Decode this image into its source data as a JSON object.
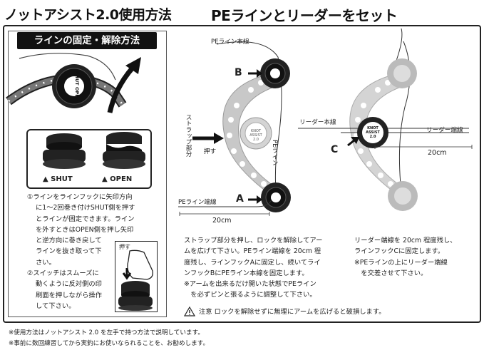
{
  "left": {
    "title": "ノットアシスト2.0使用方法",
    "badge": "ラインの固定・解除方法",
    "knob_text": "SHUT OPEN",
    "shut_label": "SHUT",
    "open_label": "OPEN",
    "step1": [
      "①ラインをラインフックに矢印方向",
      "に1～2回巻き付けSHUT側を押す",
      "とラインが固定できます。ライン",
      "を外すときはOPEN側を押し矢印",
      "と逆方向に巻き戻して",
      "ラインを抜き取って下",
      "さい。"
    ],
    "step2": [
      "②スイッチはスムーズに",
      "動くように反対側の印",
      "刷面を押しながら操作",
      "して下さい。"
    ],
    "push_label": "押す"
  },
  "right": {
    "title": "PEラインとリーダーをセット",
    "pe_main": "PEライン本線",
    "label_b": "B",
    "label_a": "A",
    "label_c": "C",
    "strap_label": "ストラップ部分",
    "push_label": "押す",
    "pe_line_label": "PEライン",
    "pe_end_label": "PEライン端線",
    "dim_20cm_1": "20cm",
    "leader_main": "リーダー本線",
    "leader_end": "リーダー端線",
    "dim_20cm_2": "20cm",
    "device_text": "KNOT ASSIST 2.0",
    "instr1": [
      "ストラップ部分を押し、ロックを解除してアー",
      "ムを広げて下さい。PEライン端線を 20cm 程",
      "度残し、ラインフックAに固定し、続いてライ",
      "ンフックBにPEライン本線を固定します。"
    ],
    "instr1_note": [
      "※アームを出来るだけ開いた状態でPEライン",
      "　を必ずピンと張るように調整して下さい。"
    ],
    "instr2": [
      "リーダー端線を 20cm 程度残し、",
      "ラインフックCに固定します。",
      "※PEラインの上にリーダー端線",
      "　を交差させて下さい。"
    ],
    "caution": "注意 ロックを解除せずに無理にアームを広げると破損します。"
  },
  "footer": {
    "note1": "※使用方法はノットアシスト 2.0 を左手で持つ方法で説明しています。",
    "note2": "※事前に数回練習してから実釣にお使いなられることを、お勧めします。"
  }
}
